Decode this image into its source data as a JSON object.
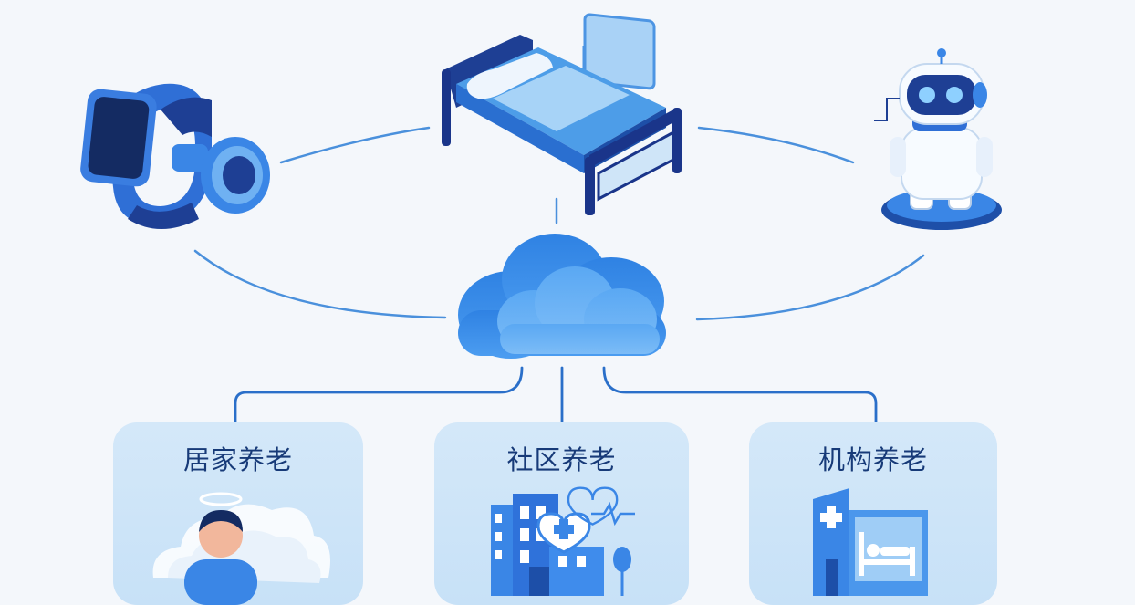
{
  "diagram": {
    "center_node": "cloud-icon",
    "device_nodes": [
      "smartwatch-icon",
      "smart-bed-icon",
      "robot-icon"
    ],
    "categories": [
      {
        "label": "居家养老",
        "icon": "elderly-person-icon"
      },
      {
        "label": "社区养老",
        "icon": "community-building-icon"
      },
      {
        "label": "机构养老",
        "icon": "hospital-bed-icon"
      }
    ]
  },
  "colors": {
    "background": "#f4f7fb",
    "primary_blue": "#2f7fe0",
    "dark_navy": "#1d3a8a",
    "light_blue": "#7ec0f5",
    "card_bg": "#cfe5f8",
    "label_text": "#173a78",
    "connector": "#3b86d8"
  }
}
